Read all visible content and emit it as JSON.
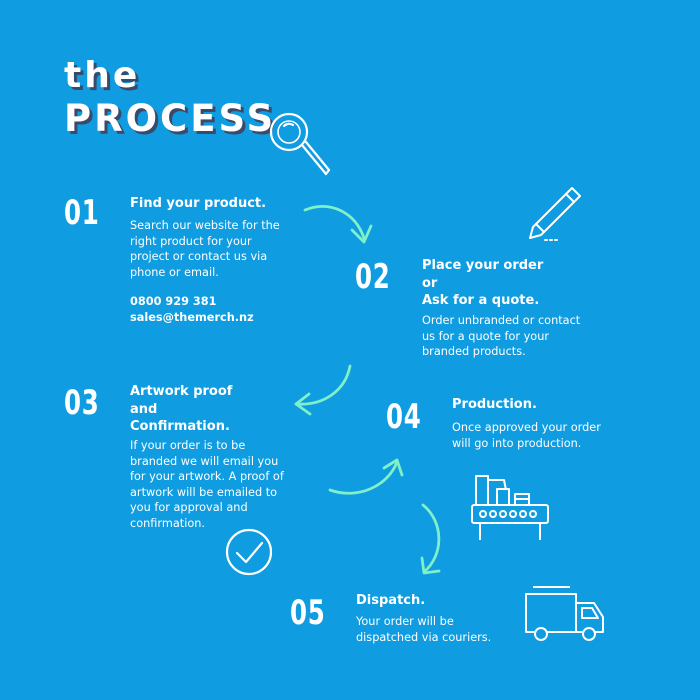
{
  "title": {
    "line1": "the",
    "line2": "PROCESS"
  },
  "steps": [
    {
      "number": "01",
      "heading": [
        "Find your product."
      ],
      "body": [
        "Search our website for the",
        "right product for your",
        "project or contact us via",
        "phone or email."
      ],
      "contact": [
        "0800 929 381",
        "sales@themerch.nz"
      ]
    },
    {
      "number": "02",
      "heading": [
        "Place your order",
        "or",
        "Ask for a quote."
      ],
      "body": [
        "Order unbranded or contact",
        "us for a quote for your",
        "branded products."
      ]
    },
    {
      "number": "03",
      "heading": [
        "Artwork proof",
        "and",
        "Confirmation."
      ],
      "body": [
        "If your order is to be",
        "branded we will email you",
        "for your artwork. A proof of",
        "artwork will be emailed to",
        "you for approval and",
        "confirmation."
      ]
    },
    {
      "number": "04",
      "heading": [
        "Production."
      ],
      "body": [
        "Once approved your order",
        "will go into production."
      ]
    },
    {
      "number": "05",
      "heading": [
        "Dispatch."
      ],
      "body": [
        "Your order will be",
        "dispatched via couriers."
      ]
    }
  ],
  "icons": [
    "magnifier-icon",
    "pencil-icon",
    "checkmark-circle-icon",
    "conveyor-machine-icon",
    "delivery-truck-icon",
    "arrow-icon"
  ],
  "colors": {
    "background": "#0f9ce1",
    "arrow": "#7ff0c8",
    "text": "#ffffff",
    "title_shadow": "#3a4a6b"
  }
}
